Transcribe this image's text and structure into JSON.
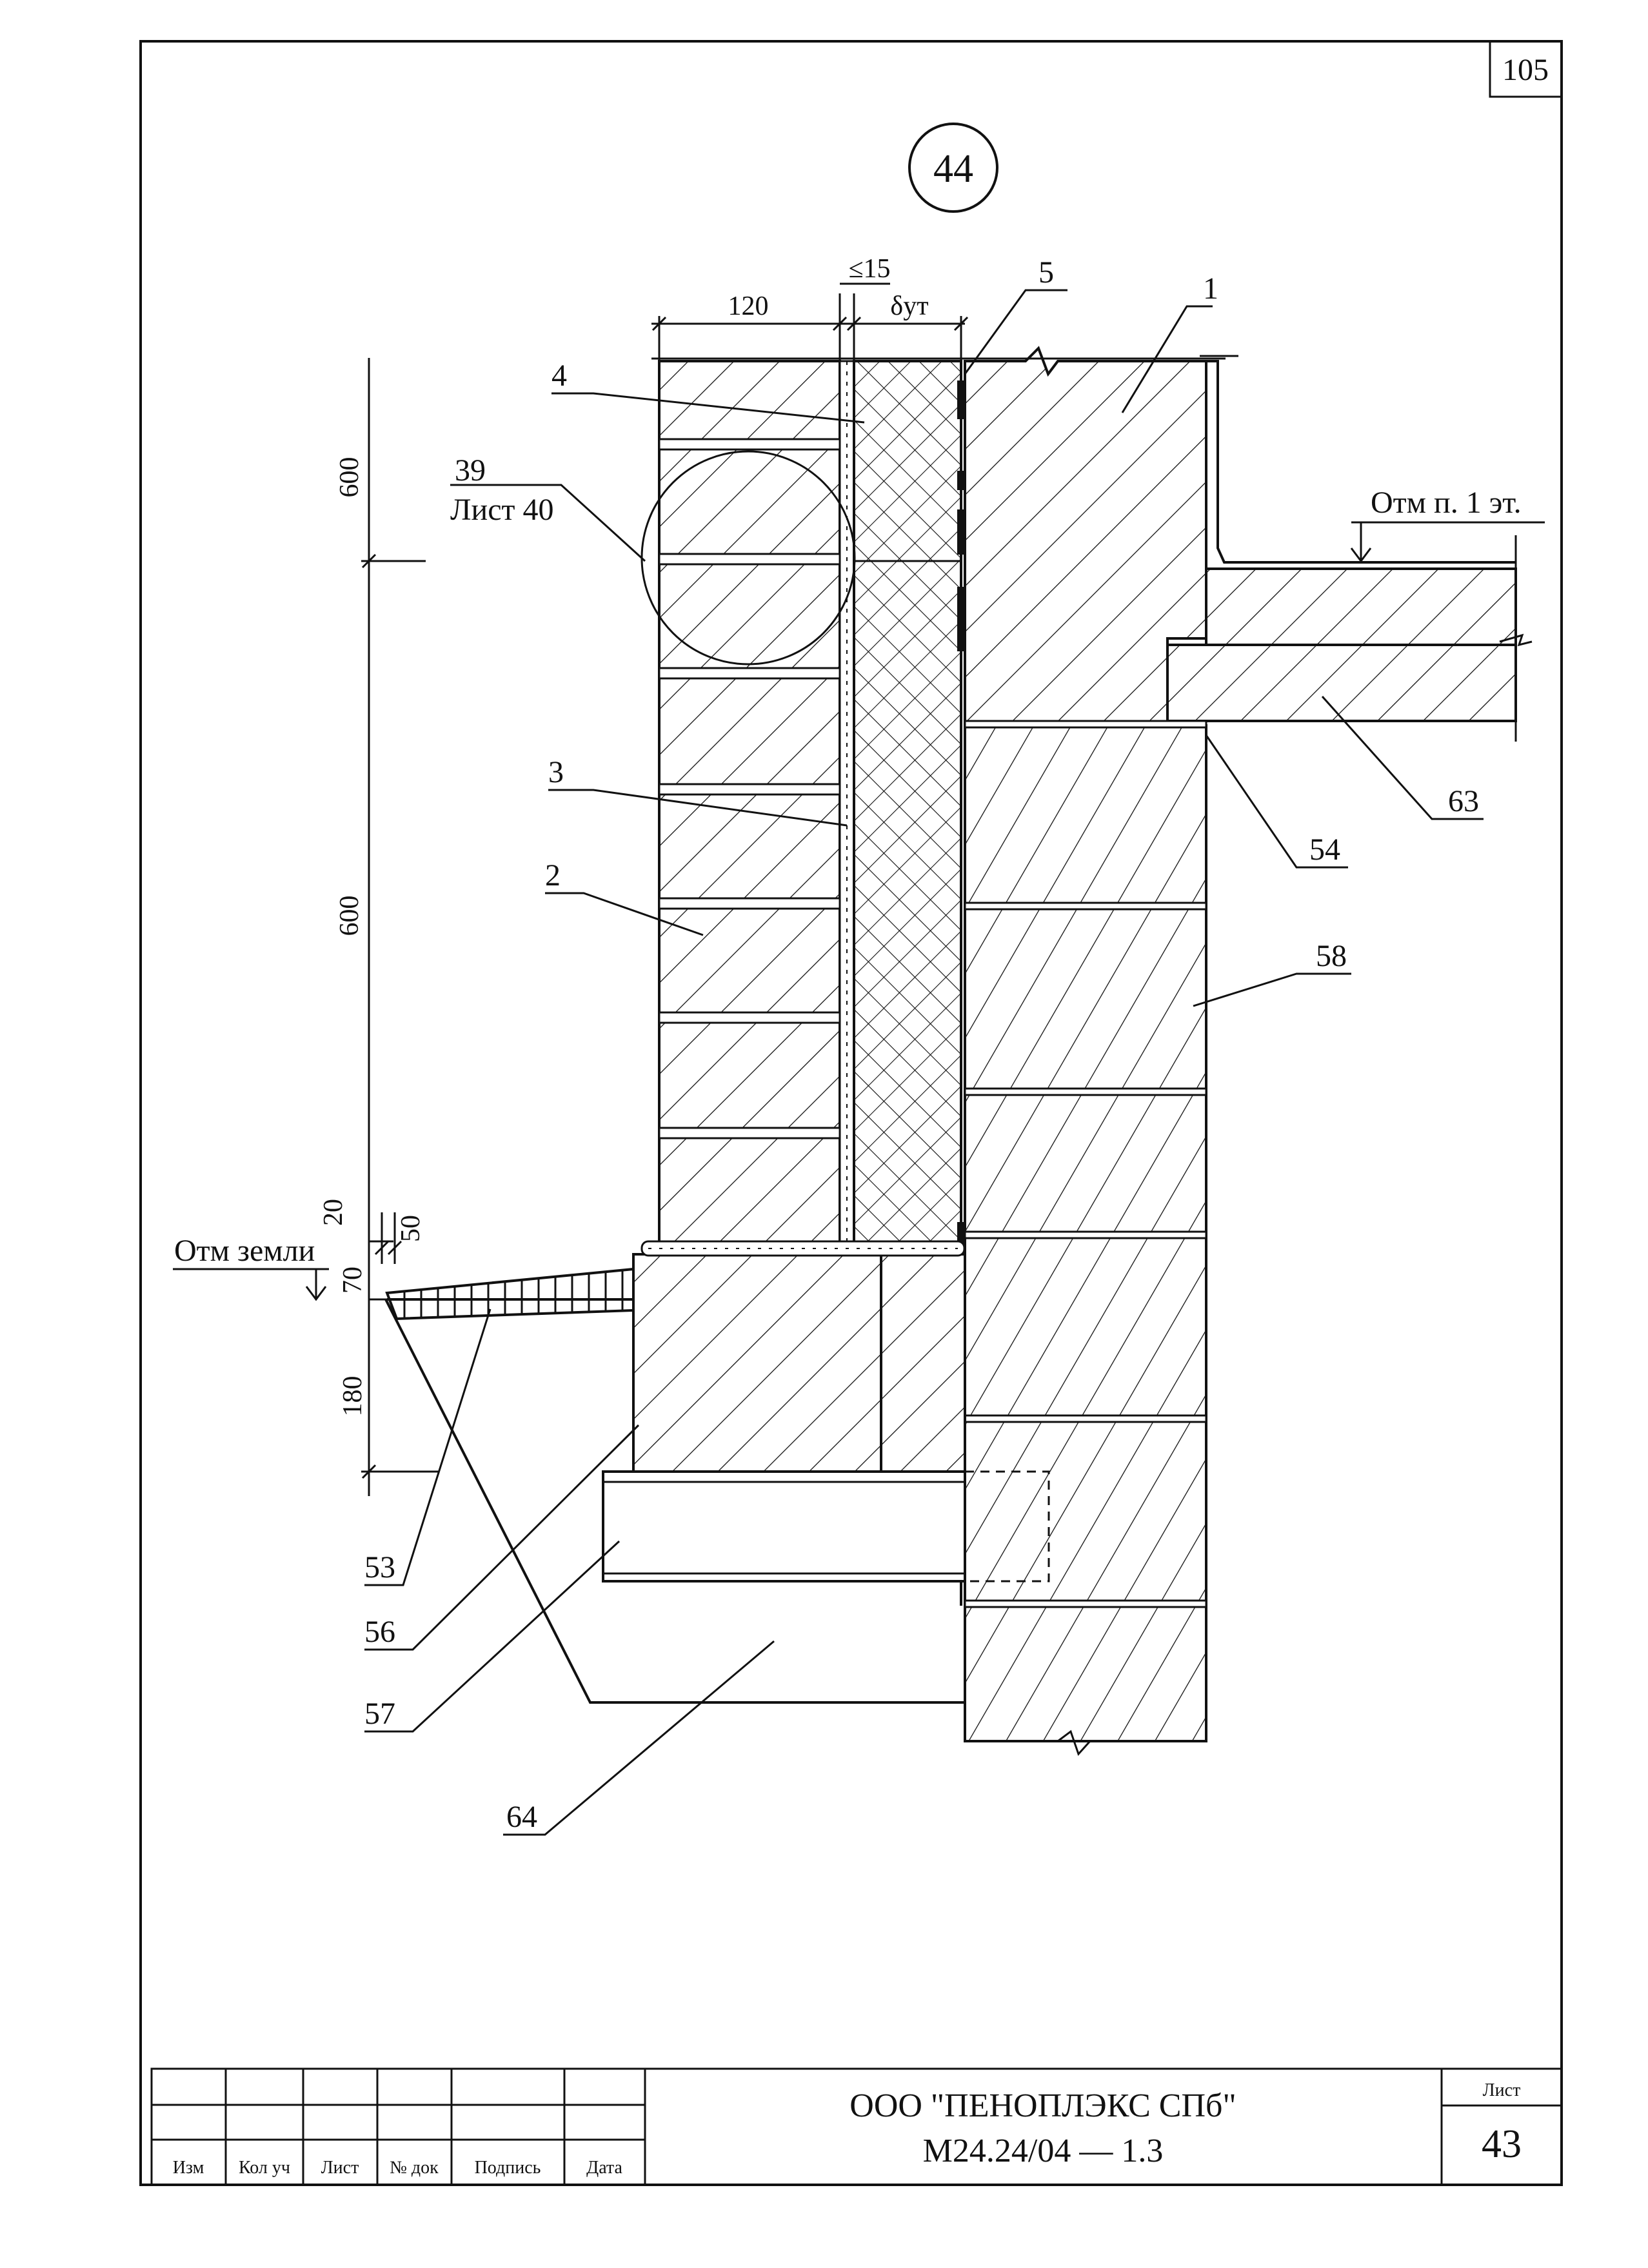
{
  "sheet": {
    "page_number": "105",
    "detail_number": "44",
    "sheet_label": "Лист",
    "sheet_number": "43",
    "organization": "ООО \"ПЕНОПЛЭКС СПб\"",
    "document_code": "М24.24/04 — 1.3",
    "stamp_columns": [
      "Изм",
      "Кол уч",
      "Лист",
      "№ док",
      "Подпись",
      "Дата"
    ]
  },
  "dimensions": {
    "top_120": "120",
    "top_gap": "≤15",
    "top_insulation": "δут",
    "left_600_upper": "600",
    "left_600_lower": "600",
    "left_20": "20",
    "left_50": "50",
    "left_70": "70",
    "left_180": "180"
  },
  "levels": {
    "ground": "Отм земли",
    "floor": "Отм п. 1 эт."
  },
  "callouts": {
    "c1": "1",
    "c2": "2",
    "c3": "3",
    "c4": "4",
    "c5": "5",
    "c39": "39",
    "c39_sheet": "Лист 40",
    "c53": "53",
    "c54": "54",
    "c56": "56",
    "c57": "57",
    "c58": "58",
    "c63": "63",
    "c64": "64"
  },
  "colors": {
    "ink": "#111111",
    "paper": "#ffffff"
  }
}
